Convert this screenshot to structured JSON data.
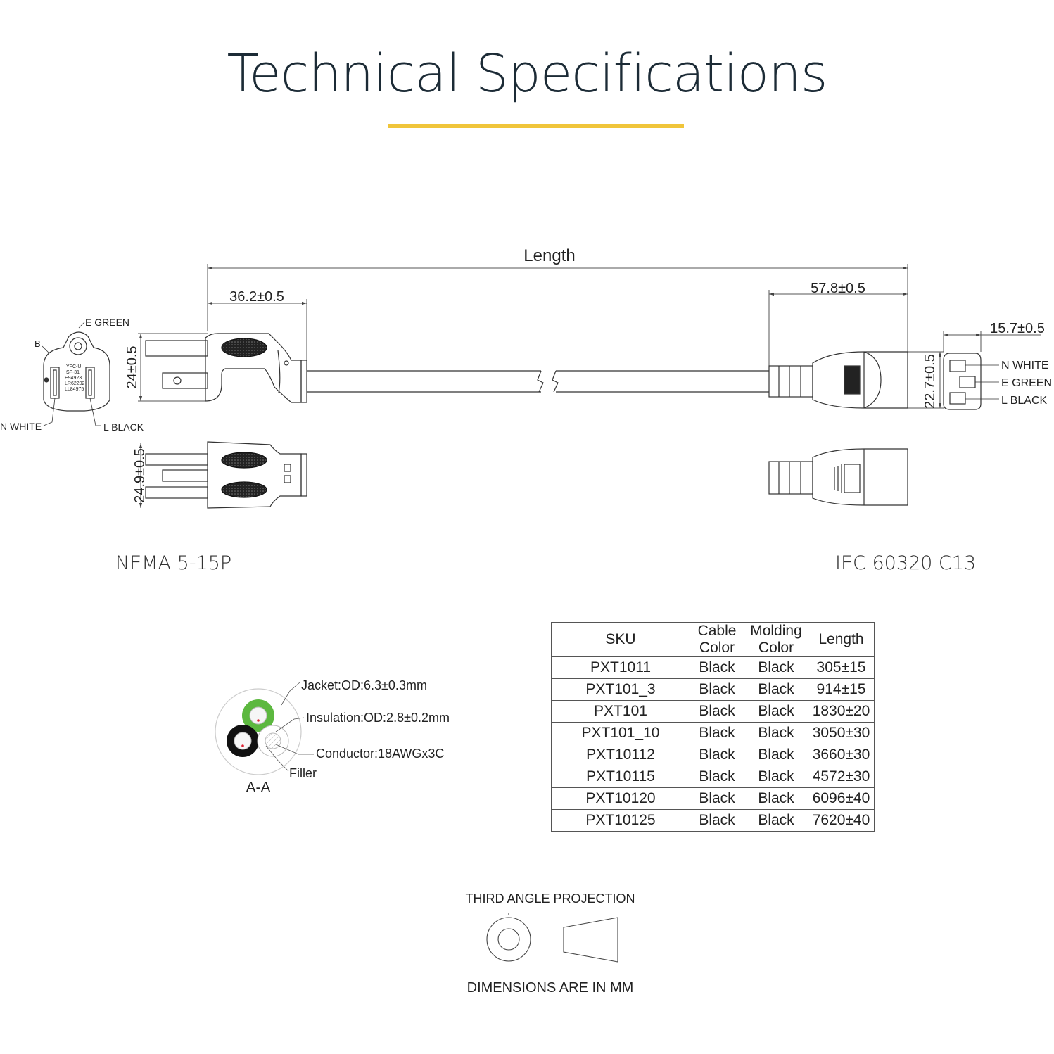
{
  "header": {
    "title": "Technical Specifications",
    "accent_color": "#f0c53a"
  },
  "dimensions": {
    "length": "Length",
    "plug_length": "36.2±0.5",
    "plug_height": "24±0.5",
    "plug_width": "24.9±0.5",
    "c13_length": "57.8±0.5",
    "c13_height": "22.7±0.5",
    "c13_depth": "15.7±0.5"
  },
  "plug_face": {
    "e_label": "E GREEN",
    "b_label": "B",
    "n_label": "N WHITE",
    "l_label": "L  BLACK",
    "marking": [
      "YFC-U",
      "SF-31",
      "E94923",
      "LR62202",
      "LL84975"
    ]
  },
  "c13_face": {
    "n_label": "N WHITE",
    "e_label": "E GREEN",
    "l_label": "L BLACK"
  },
  "connectors": {
    "left": "NEMA 5-15P",
    "right": "IEC 60320 C13"
  },
  "cross_section": {
    "jacket": "Jacket:OD:6.3±0.3mm",
    "insulation": "Insulation:OD:2.8±0.2mm",
    "conductor": "Conductor:18AWGx3C",
    "filler": "Filler",
    "label": "A-A",
    "colors": {
      "green": "#5cb83f",
      "black": "#111111"
    }
  },
  "table": {
    "headers": [
      "SKU",
      "Cable\nColor",
      "Molding\nColor",
      "Length"
    ],
    "rows": [
      [
        "PXT1011",
        "Black",
        "Black",
        "305±15"
      ],
      [
        "PXT101_3",
        "Black",
        "Black",
        "914±15"
      ],
      [
        "PXT101",
        "Black",
        "Black",
        "1830±20"
      ],
      [
        "PXT101_10",
        "Black",
        "Black",
        "3050±30"
      ],
      [
        "PXT10112",
        "Black",
        "Black",
        "3660±30"
      ],
      [
        "PXT10115",
        "Black",
        "Black",
        "4572±30"
      ],
      [
        "PXT10120",
        "Black",
        "Black",
        "6096±40"
      ],
      [
        "PXT10125",
        "Black",
        "Black",
        "7620±40"
      ]
    ]
  },
  "projection": {
    "top": "THIRD ANGLE PROJECTION",
    "bottom": "DIMENSIONS ARE IN MM"
  }
}
